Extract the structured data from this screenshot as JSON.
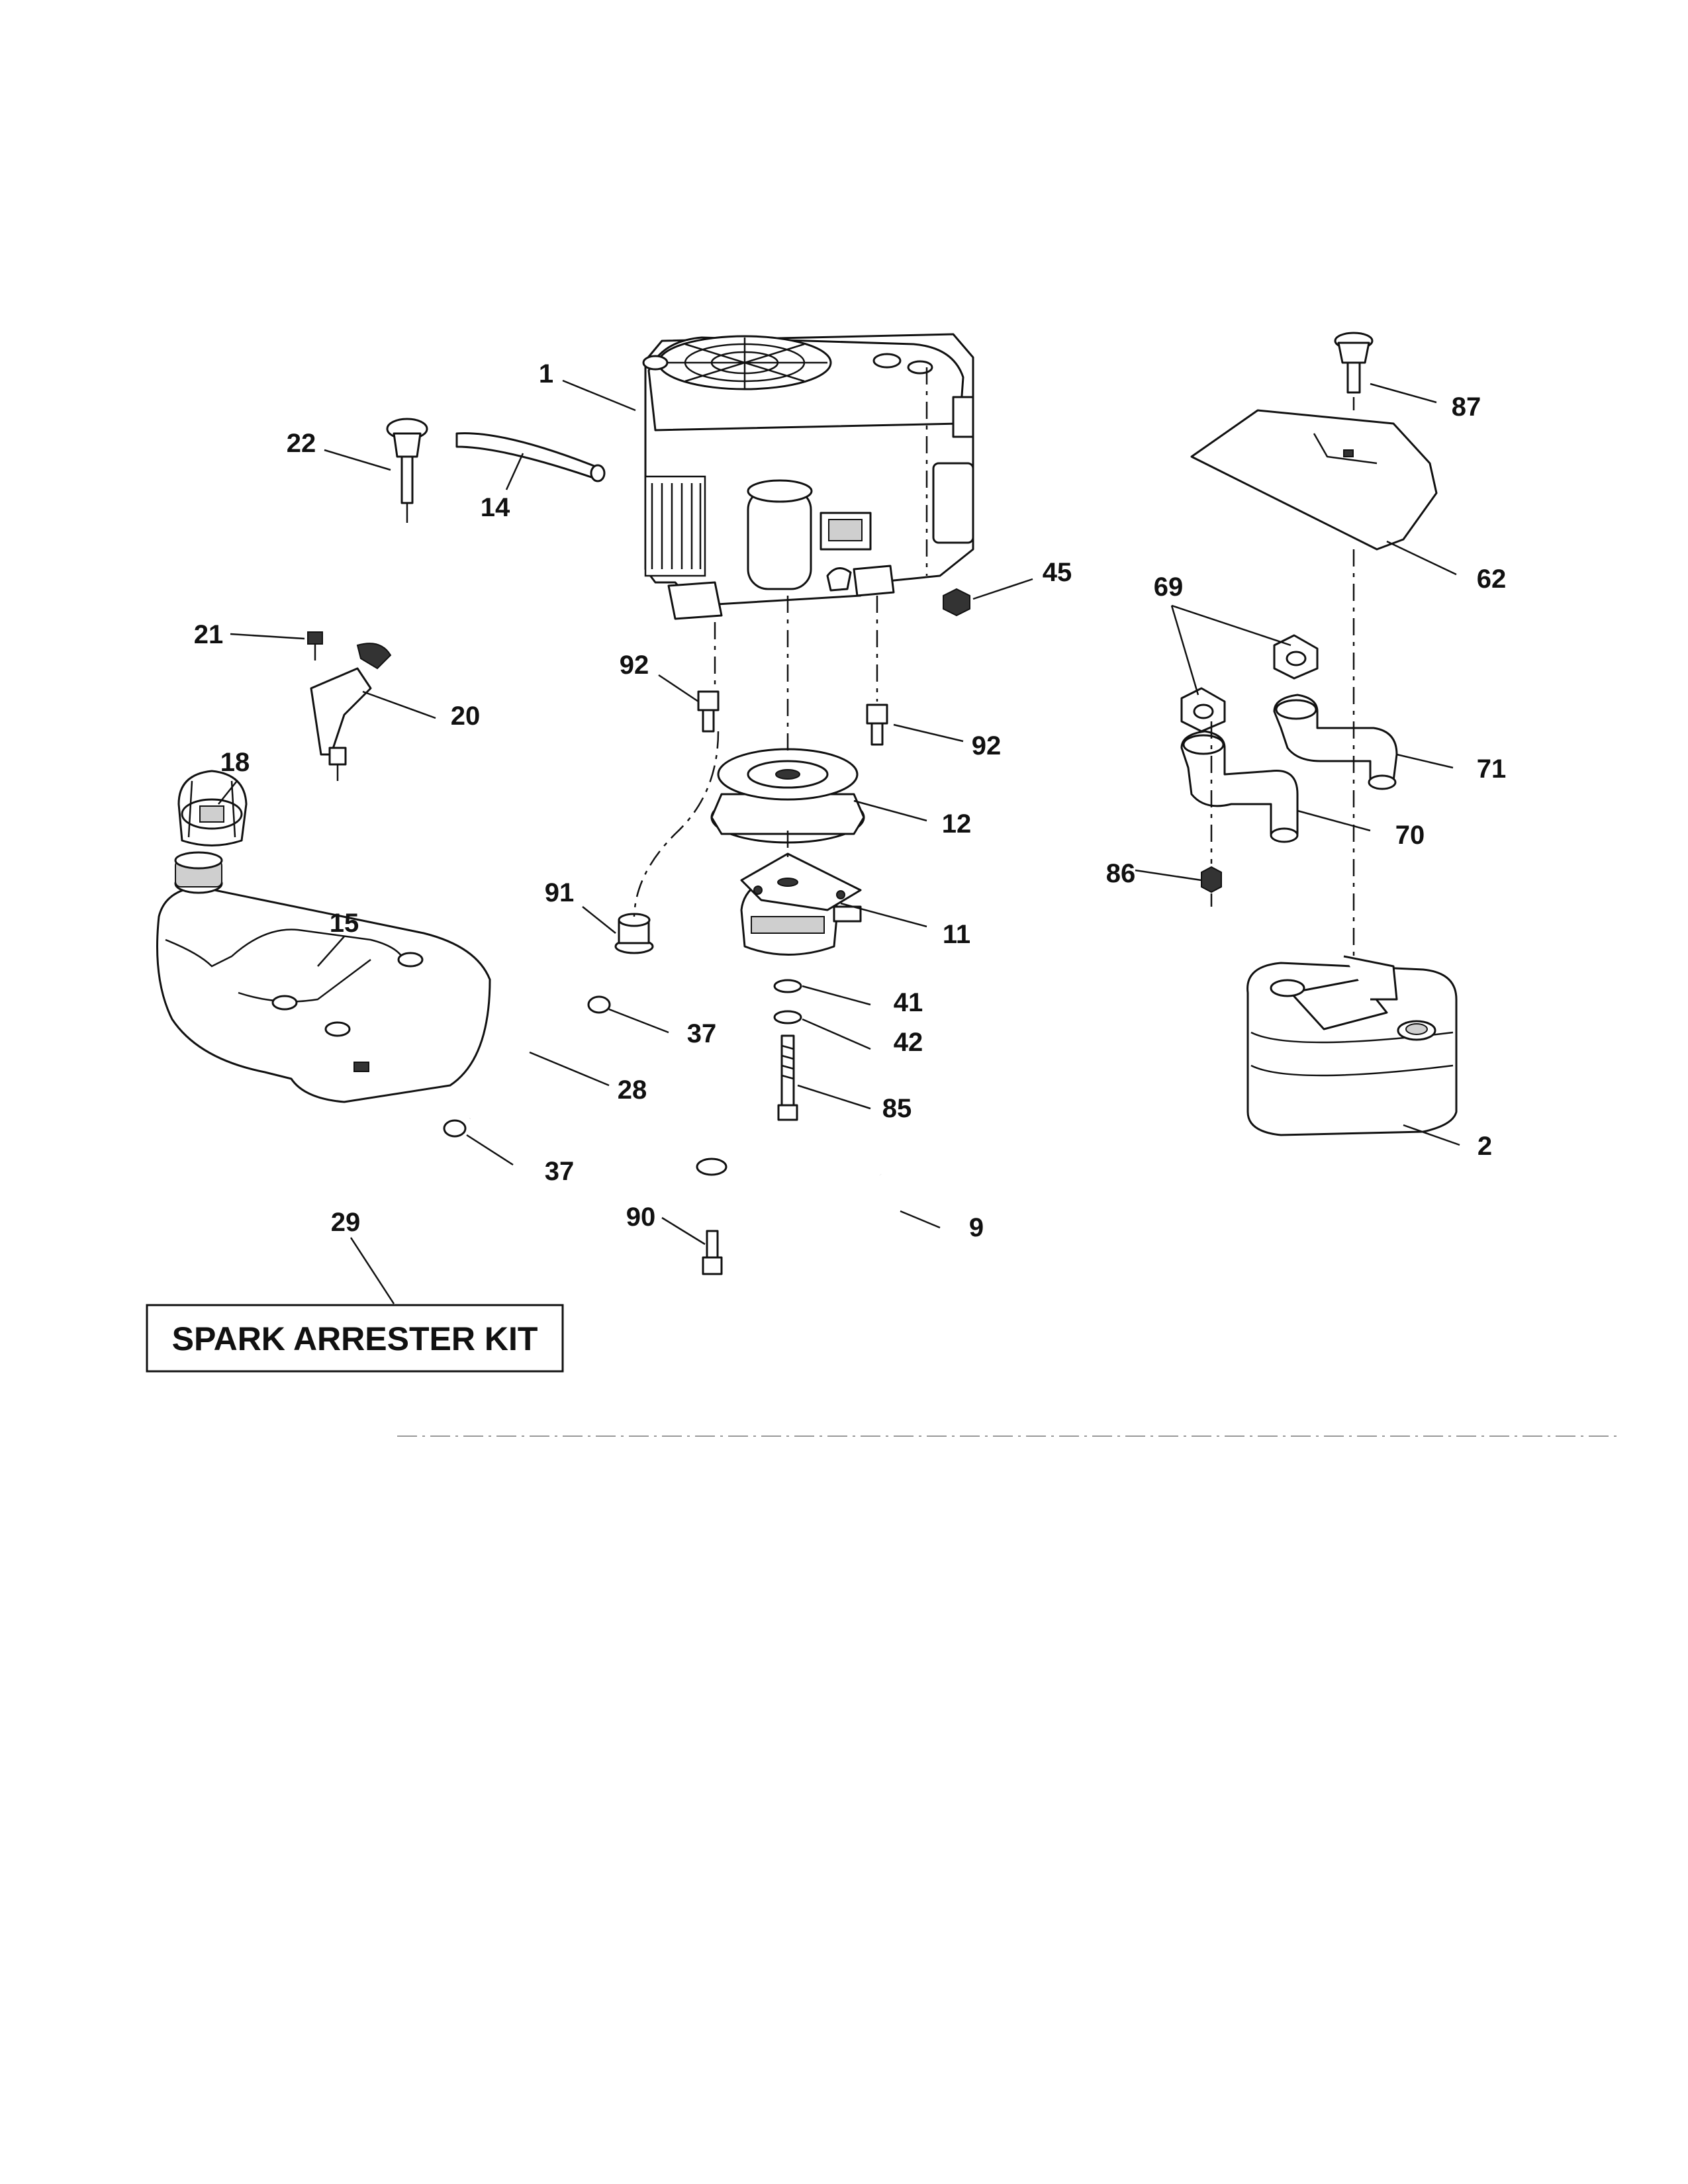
{
  "callouts": {
    "c1": "1",
    "c14": "14",
    "c22": "22",
    "c45": "45",
    "c92a": "92",
    "c92b": "92",
    "c21": "21",
    "c20": "20",
    "c18": "18",
    "c15": "15",
    "c12": "12",
    "c11": "11",
    "c91": "91",
    "c41": "41",
    "c42": "42",
    "c85": "85",
    "c37a": "37",
    "c37b": "37",
    "c28": "28",
    "c90": "90",
    "c9": "9",
    "c29": "29",
    "c87": "87",
    "c62": "62",
    "c69": "69",
    "c71": "71",
    "c70": "70",
    "c86": "86",
    "c2": "2"
  },
  "kit_box": {
    "label": "SPARK ARRESTER KIT"
  }
}
